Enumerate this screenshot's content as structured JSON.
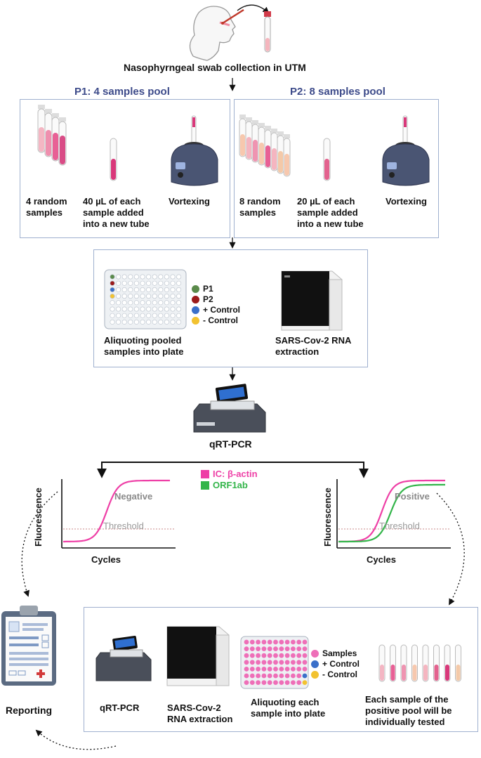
{
  "swab": {
    "title": "Nasophyrngeal swab collection in UTM"
  },
  "p1": {
    "title": "P1: 4 samples pool",
    "step1": [
      "4 random",
      "samples"
    ],
    "step2": [
      "40 µL of each",
      "sample added",
      "into a new tube"
    ],
    "step3": "Vortexing"
  },
  "p2": {
    "title": "P2: 8 samples pool",
    "step1": [
      "8 random",
      "samples"
    ],
    "step2": [
      "20 µL of each",
      "sample added",
      "into a new tube"
    ],
    "step3": "Vortexing"
  },
  "plate_step": {
    "legend": [
      {
        "label": "P1",
        "color": "#5a8a4a"
      },
      {
        "label": "P2",
        "color": "#9b1b1b"
      },
      {
        "label": "+ Control",
        "color": "#3a6fc9"
      },
      {
        "label": "- Control",
        "color": "#f2c230"
      }
    ],
    "caption1": [
      "Aliquoting pooled",
      "samples into plate"
    ],
    "caption2": [
      "SARS-Cov-2 RNA",
      "extraction"
    ]
  },
  "qpcr": {
    "label": "qRT-PCR",
    "legend": [
      {
        "label": "IC: β-actin",
        "color": "#ee3fa6"
      },
      {
        "label": "ORF1ab",
        "color": "#33b54a"
      }
    ]
  },
  "chart_data": [
    {
      "type": "line",
      "annotation": "Negative",
      "threshold_label": "Threshold",
      "xlabel": "Cycles",
      "ylabel": "Fluorescence",
      "series": [
        {
          "name": "IC: β-actin",
          "color": "#ee3fa6",
          "shape": "sigmoid"
        }
      ]
    },
    {
      "type": "line",
      "annotation": "Positive",
      "threshold_label": "Threshold",
      "xlabel": "Cycles",
      "ylabel": "Fluorescence",
      "series": [
        {
          "name": "IC: β-actin",
          "color": "#ee3fa6",
          "shape": "sigmoid"
        },
        {
          "name": "ORF1ab",
          "color": "#33b54a",
          "shape": "sigmoid"
        }
      ]
    }
  ],
  "retest": {
    "caption_qpcr": "qRT-PCR",
    "caption_rna": [
      "SARS-Cov-2",
      "RNA extraction"
    ],
    "caption_plate": [
      "Aliquoting  each",
      "sample into plate"
    ],
    "caption_samples": [
      "Each sample of the",
      "positive pool will be",
      "individually tested"
    ],
    "legend": [
      {
        "label": "Samples",
        "color": "#ee6fb8"
      },
      {
        "label": "+ Control",
        "color": "#3a6fc9"
      },
      {
        "label": "- Control",
        "color": "#f2c230"
      }
    ]
  },
  "reporting": {
    "label": "Reporting"
  }
}
